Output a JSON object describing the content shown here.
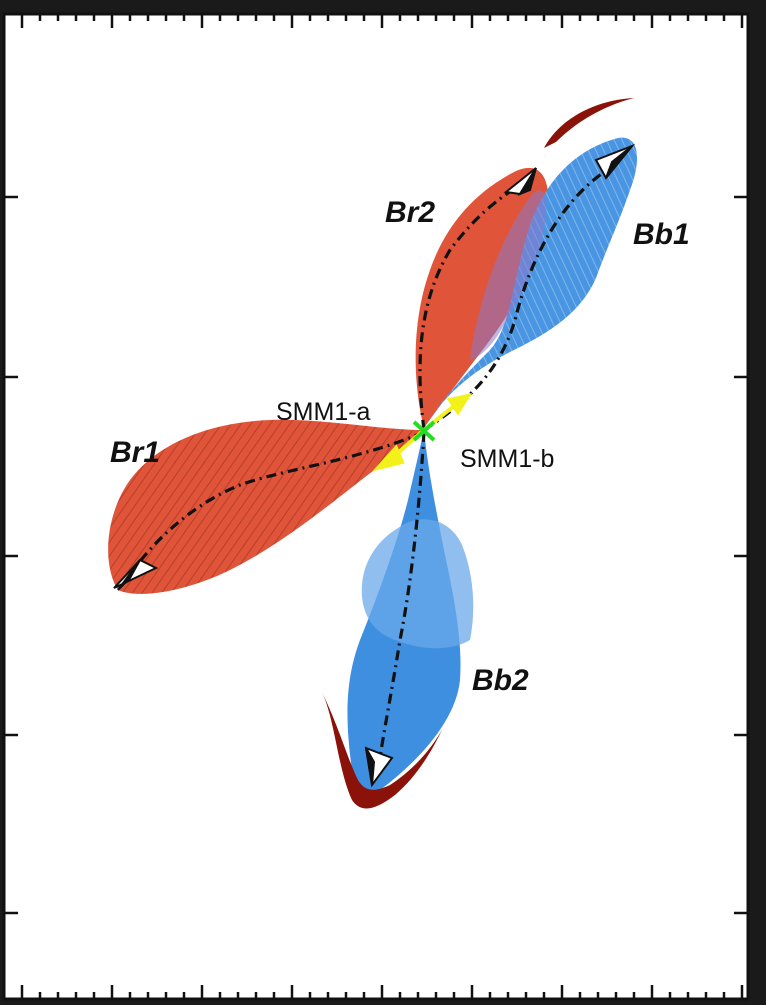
{
  "labels": {
    "br1": "Br1",
    "br2": "Br2",
    "bb1": "Bb1",
    "bb2": "Bb2",
    "smm1a": "SMM1-a",
    "smm1b": "SMM1-b"
  },
  "colors": {
    "red_lobe": "#e0553a",
    "blue_lobe": "#3f8fe0",
    "blue_light": "#6aa8ea",
    "dark_red_arc": "#8a1208",
    "source_marker": "#22dd22",
    "jet_arrow": "#f2f21a",
    "frame": "#111111",
    "background": "#ffffff",
    "outer_background": "#1a1a1a"
  },
  "icons": [
    "arrowhead-icon",
    "source-marker-icon"
  ]
}
